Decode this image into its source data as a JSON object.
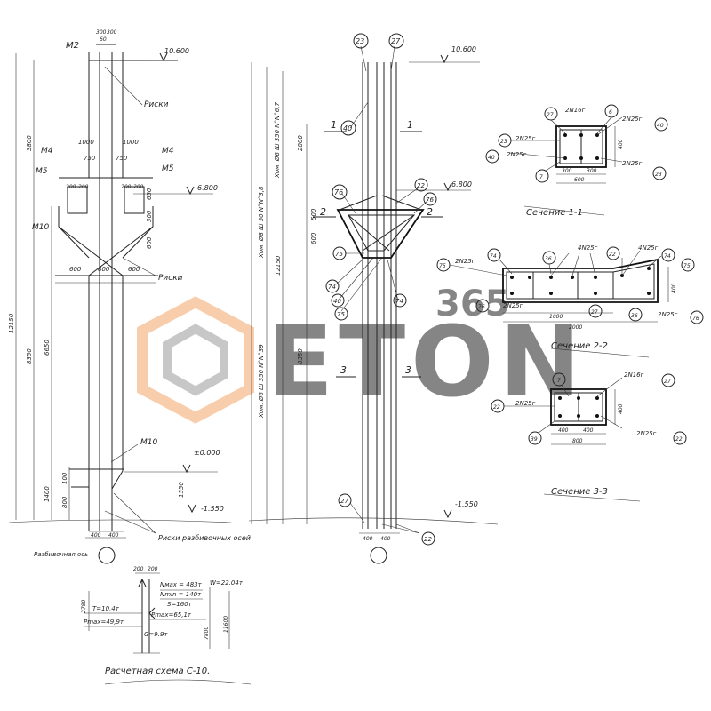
{
  "marks": {
    "m2": "M2",
    "m4": "M4",
    "m5": "M5",
    "m10": "M10",
    "elev_top": "10.600",
    "elev_680": "6.800",
    "elev_000": "±0.000",
    "elev_base": "-1.550",
    "risk_top": "Риски",
    "risk_mid": "Риски",
    "risk_bottom": "Риски разбивочных осей",
    "axis_label": "Разбивочная ось"
  },
  "left_dims": {
    "top_300a": "300",
    "top_300b": "300",
    "top_60": "60",
    "d1000a": "1000",
    "d1000b": "1000",
    "d750a": "750",
    "d750b": "750",
    "d200a": "200",
    "d200b": "200",
    "d200c": "200",
    "d200d": "200",
    "d3800": "3800",
    "d650": "650",
    "d300": "300",
    "d600v": "600",
    "d600a": "600",
    "d800": "800",
    "d600b": "600",
    "d12150": "12150",
    "d8350": "8350",
    "d6650": "6650",
    "d1400": "1400",
    "d100": "100",
    "d800v": "800",
    "d1550": "1550",
    "d400a": "400",
    "d400b": "400"
  },
  "middle": {
    "sec1": "1",
    "sec2": "2",
    "sec3": "3",
    "d2800": "2800",
    "d500": "500",
    "d600": "600",
    "d12150": "12150",
    "d8350": "8350",
    "hoop1": "Хом. Ø6 Ш 350 N°N°6,7",
    "hoop2": "Хом. Ø8 Ш 50 N°N°3,8",
    "hoop3": "Хом. Ø6 Ш 350 N°N°39",
    "b400a": "400",
    "b400b": "400",
    "n23": "23",
    "n27": "27",
    "n40": "40",
    "n76": "76",
    "n22": "22",
    "n76b": "76",
    "n75": "75",
    "n74": "74",
    "n40b": "40",
    "n27b": "27",
    "n22b": "22",
    "elev_top": "10.600",
    "elev_680": "6.800",
    "elev_base": "-1.550"
  },
  "section_1_1": {
    "title": "Сечение 1-1",
    "bar1": "2N16г",
    "bar2": "2N25г",
    "bar3": "2N25г",
    "bar4": "2N25г",
    "bar5": "2N25г",
    "n27": "27",
    "n6": "6",
    "n40": "40",
    "n23": "23",
    "n40b": "40",
    "n7": "7",
    "n23b": "23",
    "d300a": "300",
    "d300b": "300",
    "d600": "600",
    "d400": "400"
  },
  "section_2_2": {
    "title": "Сечение 2-2",
    "bar1": "2N25г",
    "bar2": "4N25г",
    "bar3": "4N25г",
    "bar4": "2N25г",
    "bar5": "2N25г",
    "n75": "75",
    "n74": "74",
    "n36": "36",
    "n22": "22",
    "n74b": "74",
    "n75b": "75",
    "n76": "76",
    "n27": "27",
    "n36b": "36",
    "n76b": "76",
    "d1000": "1000",
    "d2000": "2000",
    "d400": "400"
  },
  "section_3_3": {
    "title": "Сечение 3-3",
    "bar1": "2N16г",
    "bar2": "2N25г",
    "bar3": "2N25г",
    "n7": "7",
    "n27": "27",
    "n22": "22",
    "n39": "39",
    "n22b": "22",
    "d400a": "400",
    "d400b": "400",
    "d800": "800",
    "d400": "400"
  },
  "calc_scheme": {
    "title": "Расчетная схема С-10.",
    "d200a": "200",
    "d200b": "200",
    "nmax": "Nмах = 483т",
    "nmin": "Nmin = 140т",
    "t": "T=10,4т",
    "s": "S=160т",
    "pmax_left": "Pmax=49,9т",
    "pmax_right": "Pmax=65,1т",
    "g": "G=9.9т",
    "w": "W=22.04т",
    "d2780": "2780",
    "d7800": "7800",
    "d11600": "11600"
  },
  "watermark": {
    "number": "365",
    "word": "ETON",
    "colors": {
      "orange": "#f3a66a",
      "gray": "#8f8f8f"
    }
  }
}
